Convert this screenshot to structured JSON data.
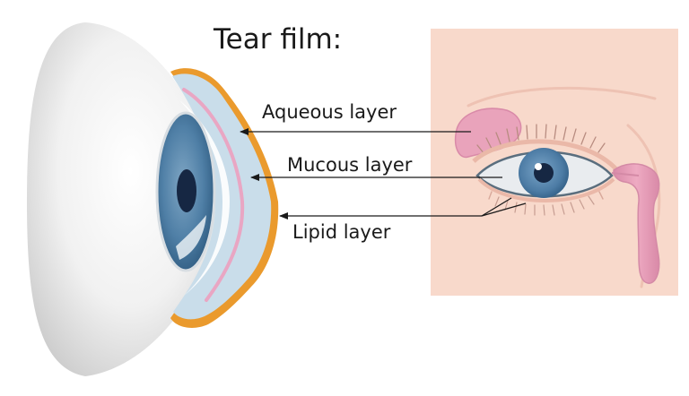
{
  "title": "Tear film:",
  "layers": [
    {
      "label": "Aqueous layer"
    },
    {
      "label": "Mucous layer"
    },
    {
      "label": "Lipid layer"
    }
  ],
  "colors": {
    "lipid_layer": "#ea9a2d",
    "aqueous_layer": "#c9ddea",
    "mucous_layer": "#e9a6c3",
    "iris": "#4f7fa6",
    "pupil": "#162743",
    "face_skin": "#f8d9cb",
    "lacrimal_gland": "#e9a3bb"
  }
}
